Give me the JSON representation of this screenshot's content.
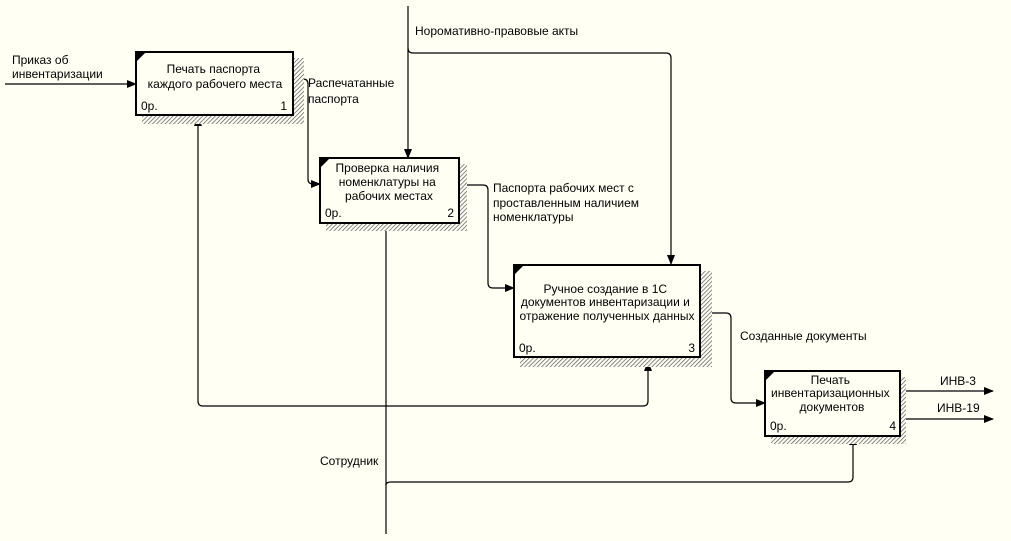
{
  "boxes": [
    {
      "title_lines": [
        "Печать паспорта",
        "каждого рабочего места"
      ],
      "cost": "0р.",
      "number": "1"
    },
    {
      "title_lines": [
        "Проверка наличия",
        "номенклатуры на",
        "рабочих местах"
      ],
      "cost": "0р.",
      "number": "2"
    },
    {
      "title_lines": [
        "Ручное создание в 1С",
        "документов инвентаризации и",
        "отражение полученных данных"
      ],
      "cost": "0р.",
      "number": "3"
    },
    {
      "title_lines": [
        "Печать",
        "инвентаризационных",
        "документов"
      ],
      "cost": "0р.",
      "number": "4"
    }
  ],
  "arrows": {
    "input_order": [
      "Приказ об",
      "инвентаризации"
    ],
    "printed_passports": [
      "Распечатанные",
      "паспорта"
    ],
    "control_acts": [
      "Норомативно-правовые акты"
    ],
    "checked_passports": [
      "Паспорта рабочих мест с",
      "проставленным наличием",
      "номенклатуры"
    ],
    "created_docs": [
      "Созданные документы"
    ],
    "output_inv3": [
      "ИНВ-3"
    ],
    "output_inv19": [
      "ИНВ-19"
    ],
    "mechanism_employee": [
      "Сотрудник"
    ]
  }
}
